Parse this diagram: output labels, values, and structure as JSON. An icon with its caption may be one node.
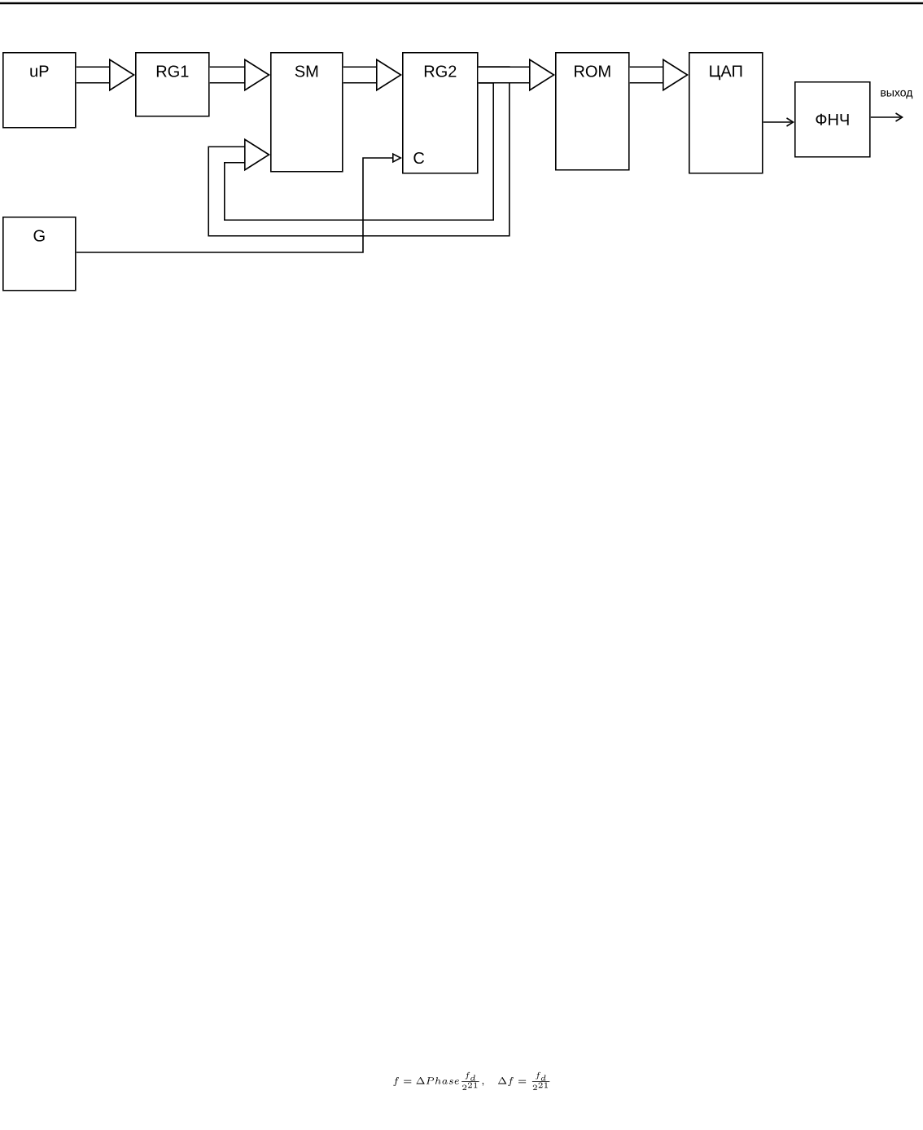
{
  "diagram": {
    "nodes": [
      {
        "text": [
          "uP"
        ]
      },
      {
        "text": [
          "RG1"
        ]
      },
      {
        "text": [
          "SM"
        ]
      },
      {
        "text": [
          "RG2"
        ]
      },
      {
        "text": [
          "ROM"
        ]
      },
      {
        "text": [
          "ЦАП"
        ]
      },
      {
        "text": [
          "ФНЧ"
        ]
      },
      {
        "text": [
          "G"
        ]
      }
    ],
    "edges": [
      {
        "from": 0,
        "to": 1,
        "arrow": "to"
      },
      {
        "from": 1,
        "to": 2,
        "arrow": "to"
      },
      {
        "from": 2,
        "to": 3,
        "arrow": "to"
      },
      {
        "from": 3,
        "to": 4,
        "arrow": "to"
      },
      {
        "from": 3,
        "to": 2,
        "arrow": "to"
      },
      {
        "from": 4,
        "to": 5,
        "arrow": "to"
      },
      {
        "from": 7,
        "to": 3,
        "arrow": "to"
      },
      {
        "from": 5,
        "to": 6,
        "arrow": "to"
      },
      {
        "from": 6,
        "to": null,
        "arrow": "to",
        "label": "выход"
      }
    ],
    "labels": [
      "C",
      "f = \\Delta Phase\\frac{f_d}{2^{21}}, \\quad \\Delta f = \\frac{f_d}{2^{21}}"
    ]
  }
}
